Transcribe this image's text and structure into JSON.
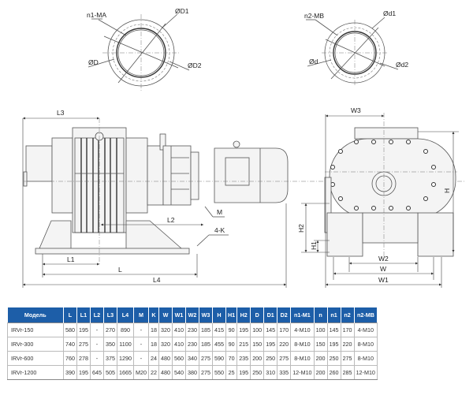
{
  "drawing": {
    "flange_inlet": {
      "labels": [
        "n1-MA",
        "ØD1",
        "ØD",
        "ØD2"
      ]
    },
    "flange_outlet": {
      "labels": [
        "n2-MB",
        "Ød1",
        "Ød",
        "Ød2"
      ]
    },
    "side_view": {
      "labels": {
        "L3": "L3",
        "L2": "L2",
        "M": "M",
        "K": "4-K",
        "L1": "L1",
        "L": "L",
        "L4": "L4"
      }
    },
    "front_view": {
      "labels": {
        "W3": "W3",
        "H": "H",
        "H2": "H2",
        "H1": "H1",
        "W2": "W2",
        "W": "W",
        "W1": "W1"
      }
    }
  },
  "table": {
    "header_color": "#1d5ea8",
    "columns": [
      "Модель",
      "L",
      "L1",
      "L2",
      "L3",
      "L4",
      "M",
      "K",
      "W",
      "W1",
      "W2",
      "W3",
      "H",
      "H1",
      "H2",
      "D",
      "D1",
      "D2",
      "n1-M1",
      "n",
      "n1",
      "n2",
      "n2-MB"
    ],
    "rows": [
      [
        "IRVr-150",
        "580",
        "195",
        "-",
        "270",
        "890",
        "-",
        "18",
        "320",
        "410",
        "230",
        "185",
        "415",
        "90",
        "195",
        "100",
        "145",
        "170",
        "4-M10",
        "100",
        "145",
        "170",
        "4-M10"
      ],
      [
        "IRVr-300",
        "740",
        "275",
        "-",
        "350",
        "1100",
        "-",
        "18",
        "320",
        "410",
        "230",
        "185",
        "455",
        "90",
        "215",
        "150",
        "195",
        "220",
        "8-M10",
        "150",
        "195",
        "220",
        "8-M10"
      ],
      [
        "IRVr-600",
        "760",
        "278",
        "-",
        "375",
        "1290",
        "-",
        "24",
        "480",
        "560",
        "340",
        "275",
        "590",
        "70",
        "235",
        "200",
        "250",
        "275",
        "8-M10",
        "200",
        "250",
        "275",
        "8-M10"
      ],
      [
        "IRVr-1200",
        "390",
        "195",
        "645",
        "505",
        "1665",
        "M20",
        "22",
        "480",
        "540",
        "380",
        "275",
        "550",
        "25",
        "195",
        "250",
        "310",
        "335",
        "12-M10",
        "200",
        "260",
        "285",
        "12-M10"
      ]
    ]
  }
}
